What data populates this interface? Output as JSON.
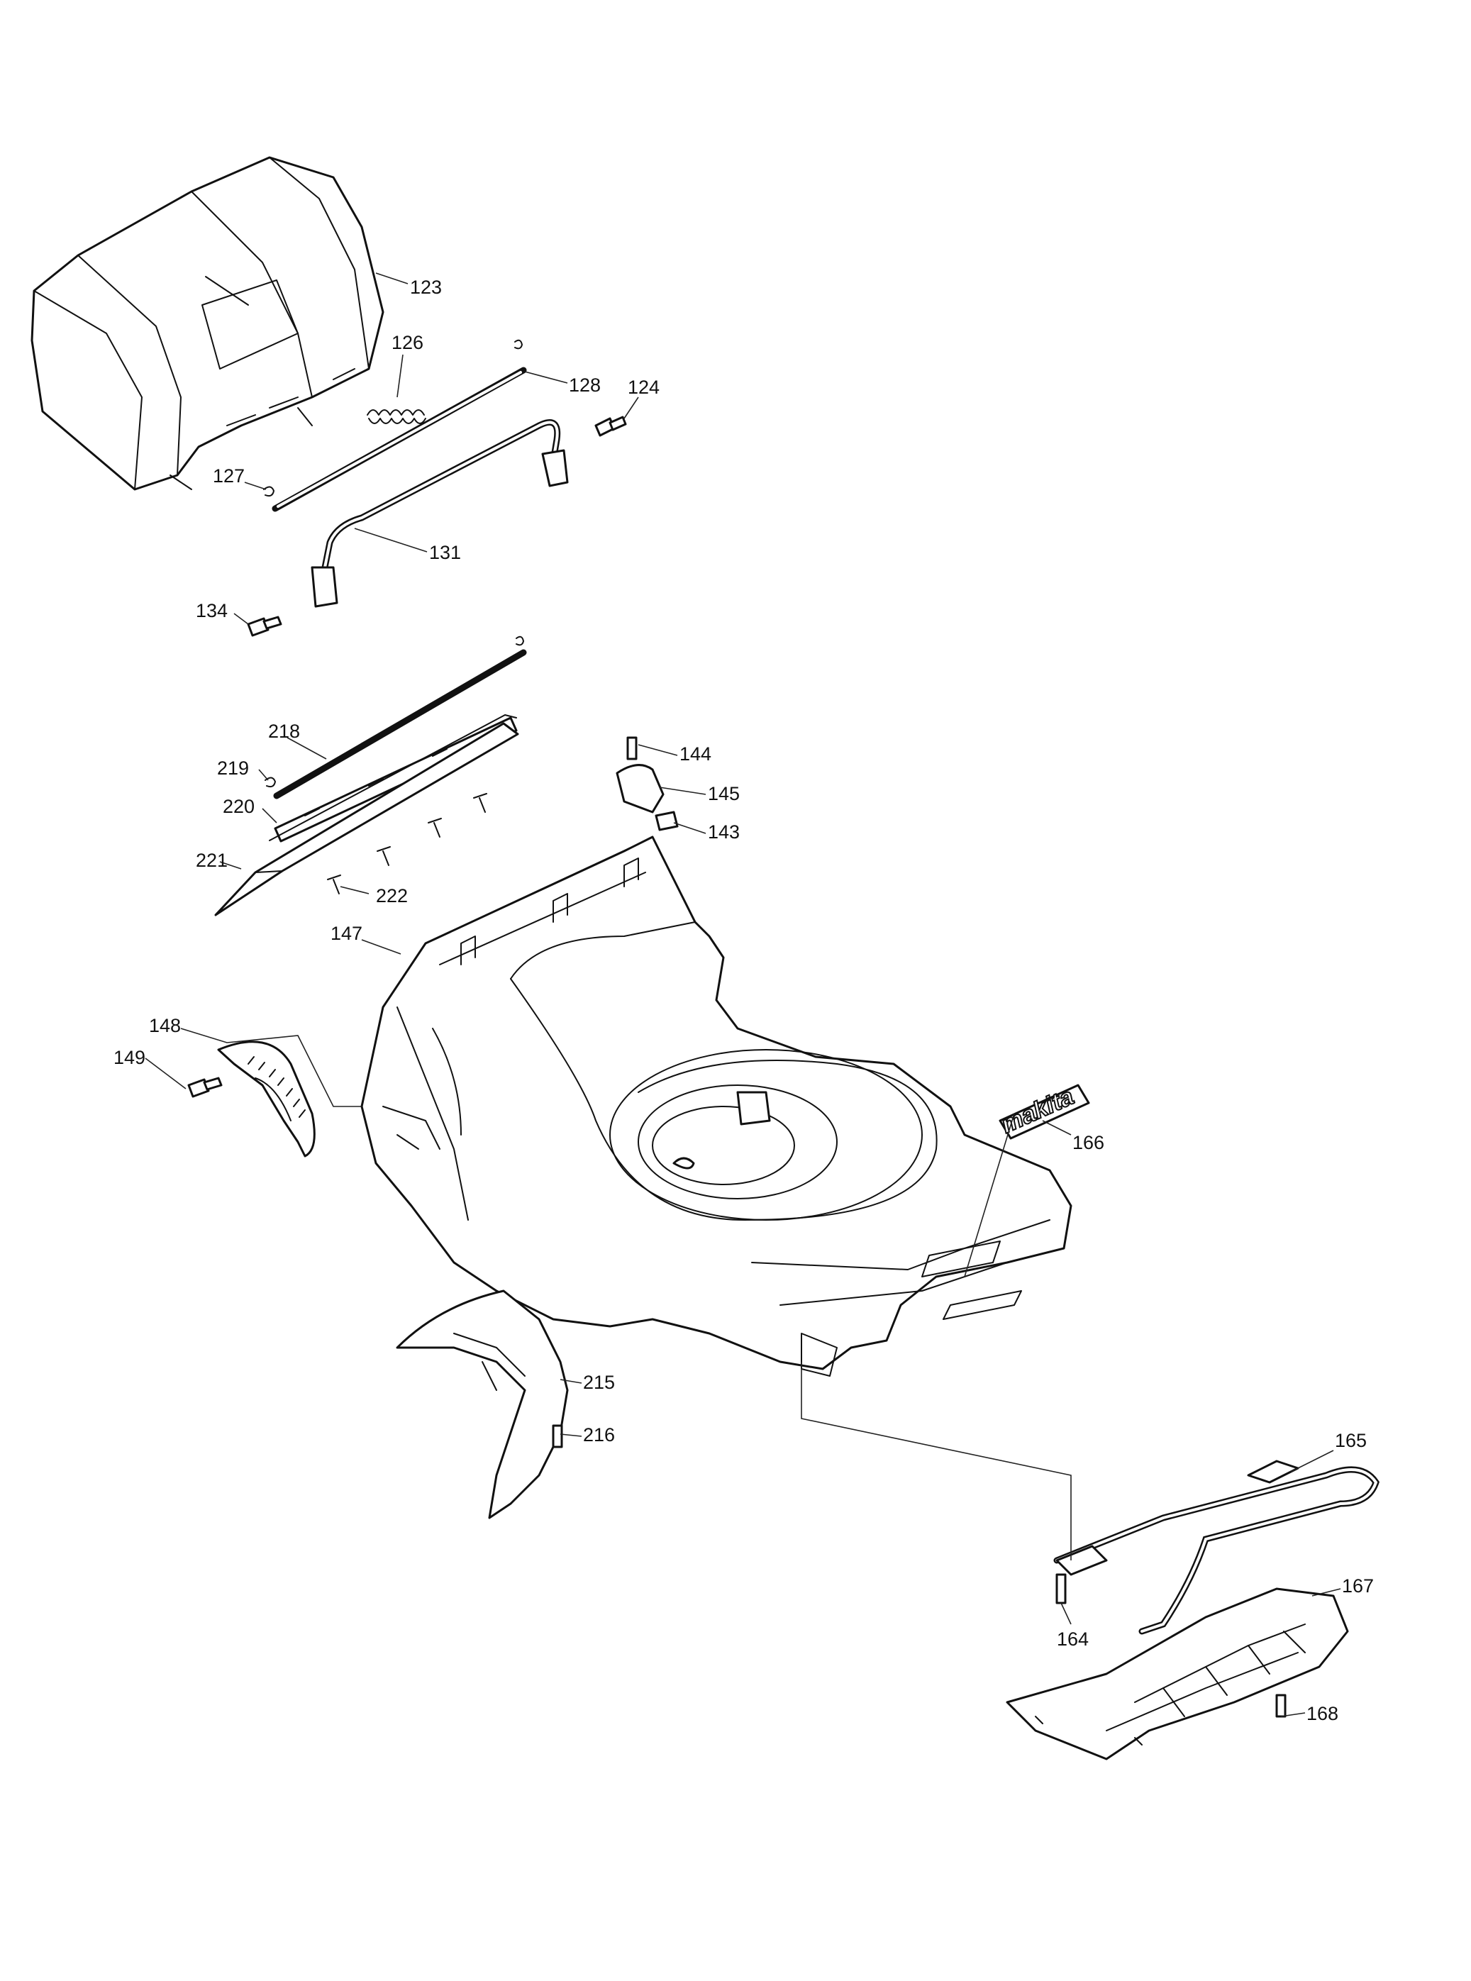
{
  "callouts": {
    "p123": "123",
    "p126": "126",
    "p128": "128",
    "p124": "124",
    "p127": "127",
    "p131": "131",
    "p134": "134",
    "p218": "218",
    "p219": "219",
    "p220": "220",
    "p221": "221",
    "p222": "222",
    "p144": "144",
    "p145": "145",
    "p143": "143",
    "p147": "147",
    "p148": "148",
    "p149": "149",
    "p166": "166",
    "p215": "215",
    "p216": "216",
    "p165": "165",
    "p167": "167",
    "p164": "164",
    "p168": "168"
  },
  "decal": {
    "brand_text": "makita"
  }
}
